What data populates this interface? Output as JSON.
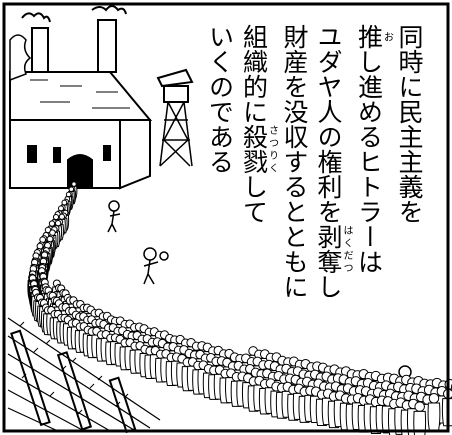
{
  "panel": {
    "narration": {
      "line1": "同時に民主主義を",
      "line2_base_a": "推",
      "line2_ruby_a": "お",
      "line2_rest": "し進めるヒトラーは",
      "line3_head": "ユダヤ人の権利を",
      "line3_base_b": "剥奪",
      "line3_ruby_b": "はくだつ",
      "line3_tail": "し",
      "line4": "財産を没収するとともに",
      "line5_head": "組織的に",
      "line5_base_c": "殺戮",
      "line5_ruby_c": "さつりく",
      "line5_tail": "して",
      "line6": "いくのである"
    }
  },
  "colors": {
    "ink": "#000000",
    "paper": "#ffffff"
  }
}
